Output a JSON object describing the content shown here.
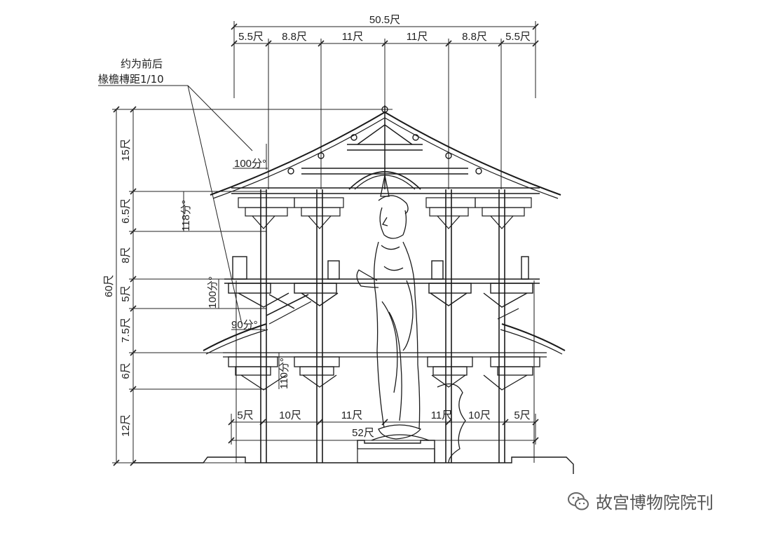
{
  "drawing": {
    "top_dimensions": {
      "total": "50.5尺",
      "segments": [
        "5.5尺",
        "8.8尺",
        "11尺",
        "11尺",
        "8.8尺",
        "5.5尺"
      ]
    },
    "bottom_dimensions": {
      "total": "52尺",
      "segments": [
        "5尺",
        "10尺",
        "11尺",
        "11尺",
        "10尺",
        "5尺"
      ]
    },
    "left_dimensions": {
      "total": "60尺",
      "segments": [
        "15尺",
        "6.5尺",
        "8尺",
        "5尺",
        "7.5尺",
        "6尺",
        "12尺"
      ]
    },
    "angle_labels": [
      "100分°",
      "118分°",
      "100分°",
      "90分°",
      "110分°"
    ],
    "note_line1": "约为前后",
    "note_line2": "椽檐槫距1/10"
  },
  "watermark": {
    "text": "故宫博物院院刊",
    "icon": "wechat-icon"
  }
}
